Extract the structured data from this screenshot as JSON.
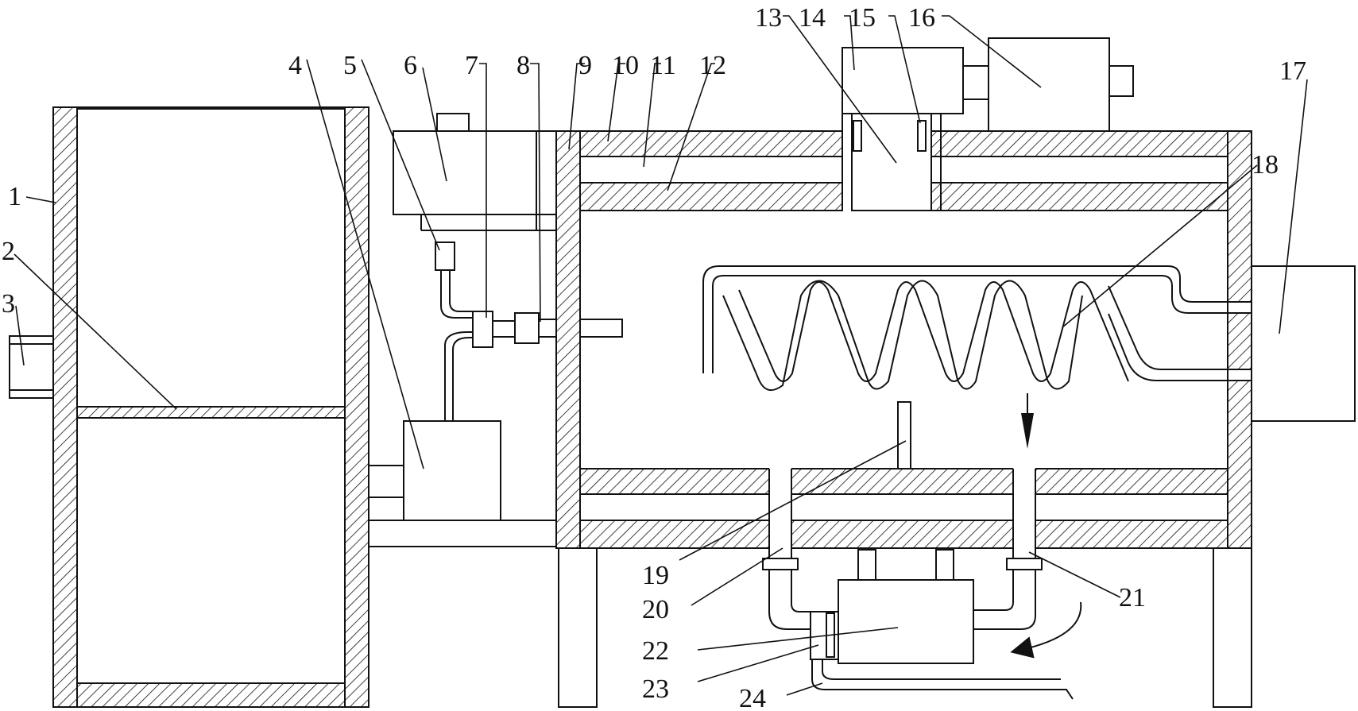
{
  "figure": {
    "stroke_color": "#111111",
    "background": "#ffffff"
  },
  "labels": [
    {
      "id": "1",
      "text": "1"
    },
    {
      "id": "2",
      "text": "2"
    },
    {
      "id": "3",
      "text": "3"
    },
    {
      "id": "4",
      "text": "4"
    },
    {
      "id": "5",
      "text": "5"
    },
    {
      "id": "6",
      "text": "6"
    },
    {
      "id": "7",
      "text": "7"
    },
    {
      "id": "8",
      "text": "8"
    },
    {
      "id": "9",
      "text": "9"
    },
    {
      "id": "10",
      "text": "10"
    },
    {
      "id": "11",
      "text": "11"
    },
    {
      "id": "12",
      "text": "12"
    },
    {
      "id": "13",
      "text": "13"
    },
    {
      "id": "14",
      "text": "14"
    },
    {
      "id": "15",
      "text": "15"
    },
    {
      "id": "16",
      "text": "16"
    },
    {
      "id": "17",
      "text": "17"
    },
    {
      "id": "18",
      "text": "18"
    },
    {
      "id": "19",
      "text": "19"
    },
    {
      "id": "20",
      "text": "20"
    },
    {
      "id": "21",
      "text": "21"
    },
    {
      "id": "22",
      "text": "22"
    },
    {
      "id": "23",
      "text": "23"
    },
    {
      "id": "24",
      "text": "24"
    }
  ]
}
